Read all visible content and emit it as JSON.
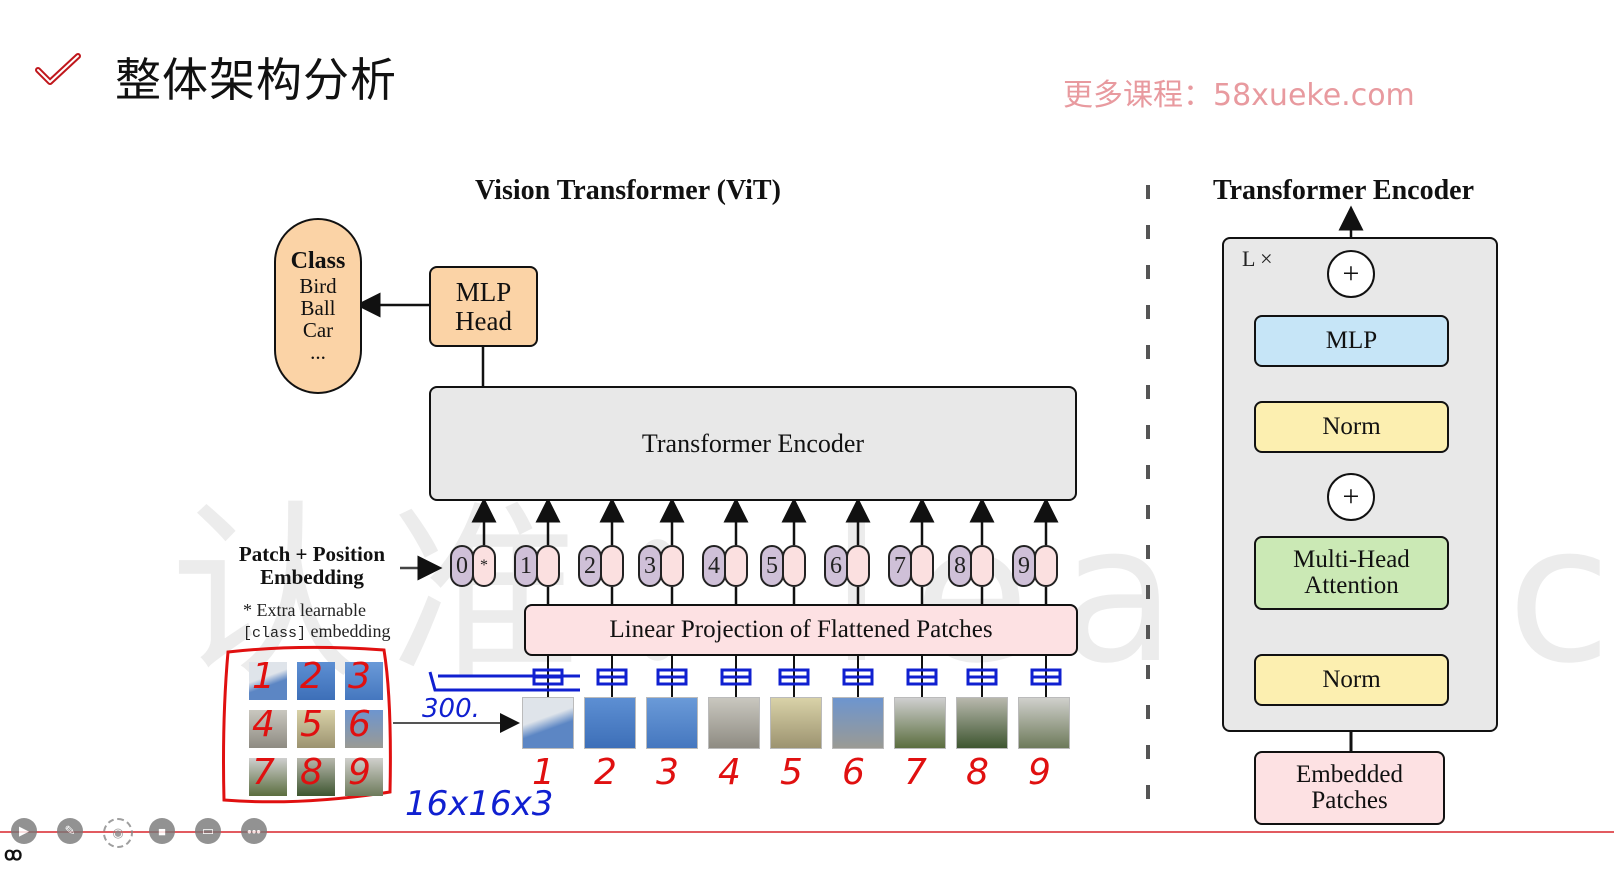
{
  "slide": {
    "title": "整体架构分析",
    "promo": "更多课程：58xueke.com",
    "watermark": "认准：leaiv.cn"
  },
  "vit": {
    "title": "Vision Transformer (ViT)",
    "class_box": {
      "heading": "Class",
      "items": [
        "Bird",
        "Ball",
        "Car",
        "..."
      ]
    },
    "mlp_head": {
      "line1": "MLP",
      "line2": "Head"
    },
    "encoder_label": "Transformer Encoder",
    "embedding_label": {
      "line1": "Patch + Position",
      "line2": "Embedding"
    },
    "note": {
      "line1": "* Extra learnable",
      "code": "[class]",
      "rest": " embedding"
    },
    "tokens": [
      "0",
      "1",
      "2",
      "3",
      "4",
      "5",
      "6",
      "7",
      "8",
      "9"
    ],
    "class_token_marker": "*",
    "projection_label": "Linear Projection of Flattened Patches"
  },
  "encoder_detail": {
    "title": "Transformer Encoder",
    "repeat": "L ×",
    "blocks": {
      "mlp": "MLP",
      "norm_top": "Norm",
      "attention_line1": "Multi-Head",
      "attention_line2": "Attention",
      "norm_bottom": "Norm",
      "input_line1": "Embedded",
      "input_line2": "Patches"
    },
    "add_symbol": "+"
  },
  "annotations": {
    "grid_numbers": [
      "1",
      "2",
      "3",
      "4",
      "5",
      "6",
      "7",
      "8",
      "9"
    ],
    "sequence_numbers": [
      "1",
      "2",
      "3",
      "4",
      "5",
      "6",
      "7",
      "8",
      "9"
    ],
    "dim_note": "300.",
    "shape_note": "16x16x3"
  },
  "toolbar": {
    "items": [
      "play-icon",
      "pen-icon",
      "screenshot-icon",
      "camera-icon",
      "comment-icon",
      "more-icon"
    ]
  },
  "colors": {
    "accent_red": "#c0171c",
    "promo_pink": "#e89a9f",
    "class_orange": "#fbd3a6",
    "mlp_blue": "#c6e5f7",
    "norm_yellow": "#fcefb0",
    "attn_green": "#cbe9b5",
    "embed_pink": "#fde1e3",
    "panel_gray": "#e8e8e8",
    "ink_blue": "#1020d0",
    "ink_red": "#e01010"
  }
}
